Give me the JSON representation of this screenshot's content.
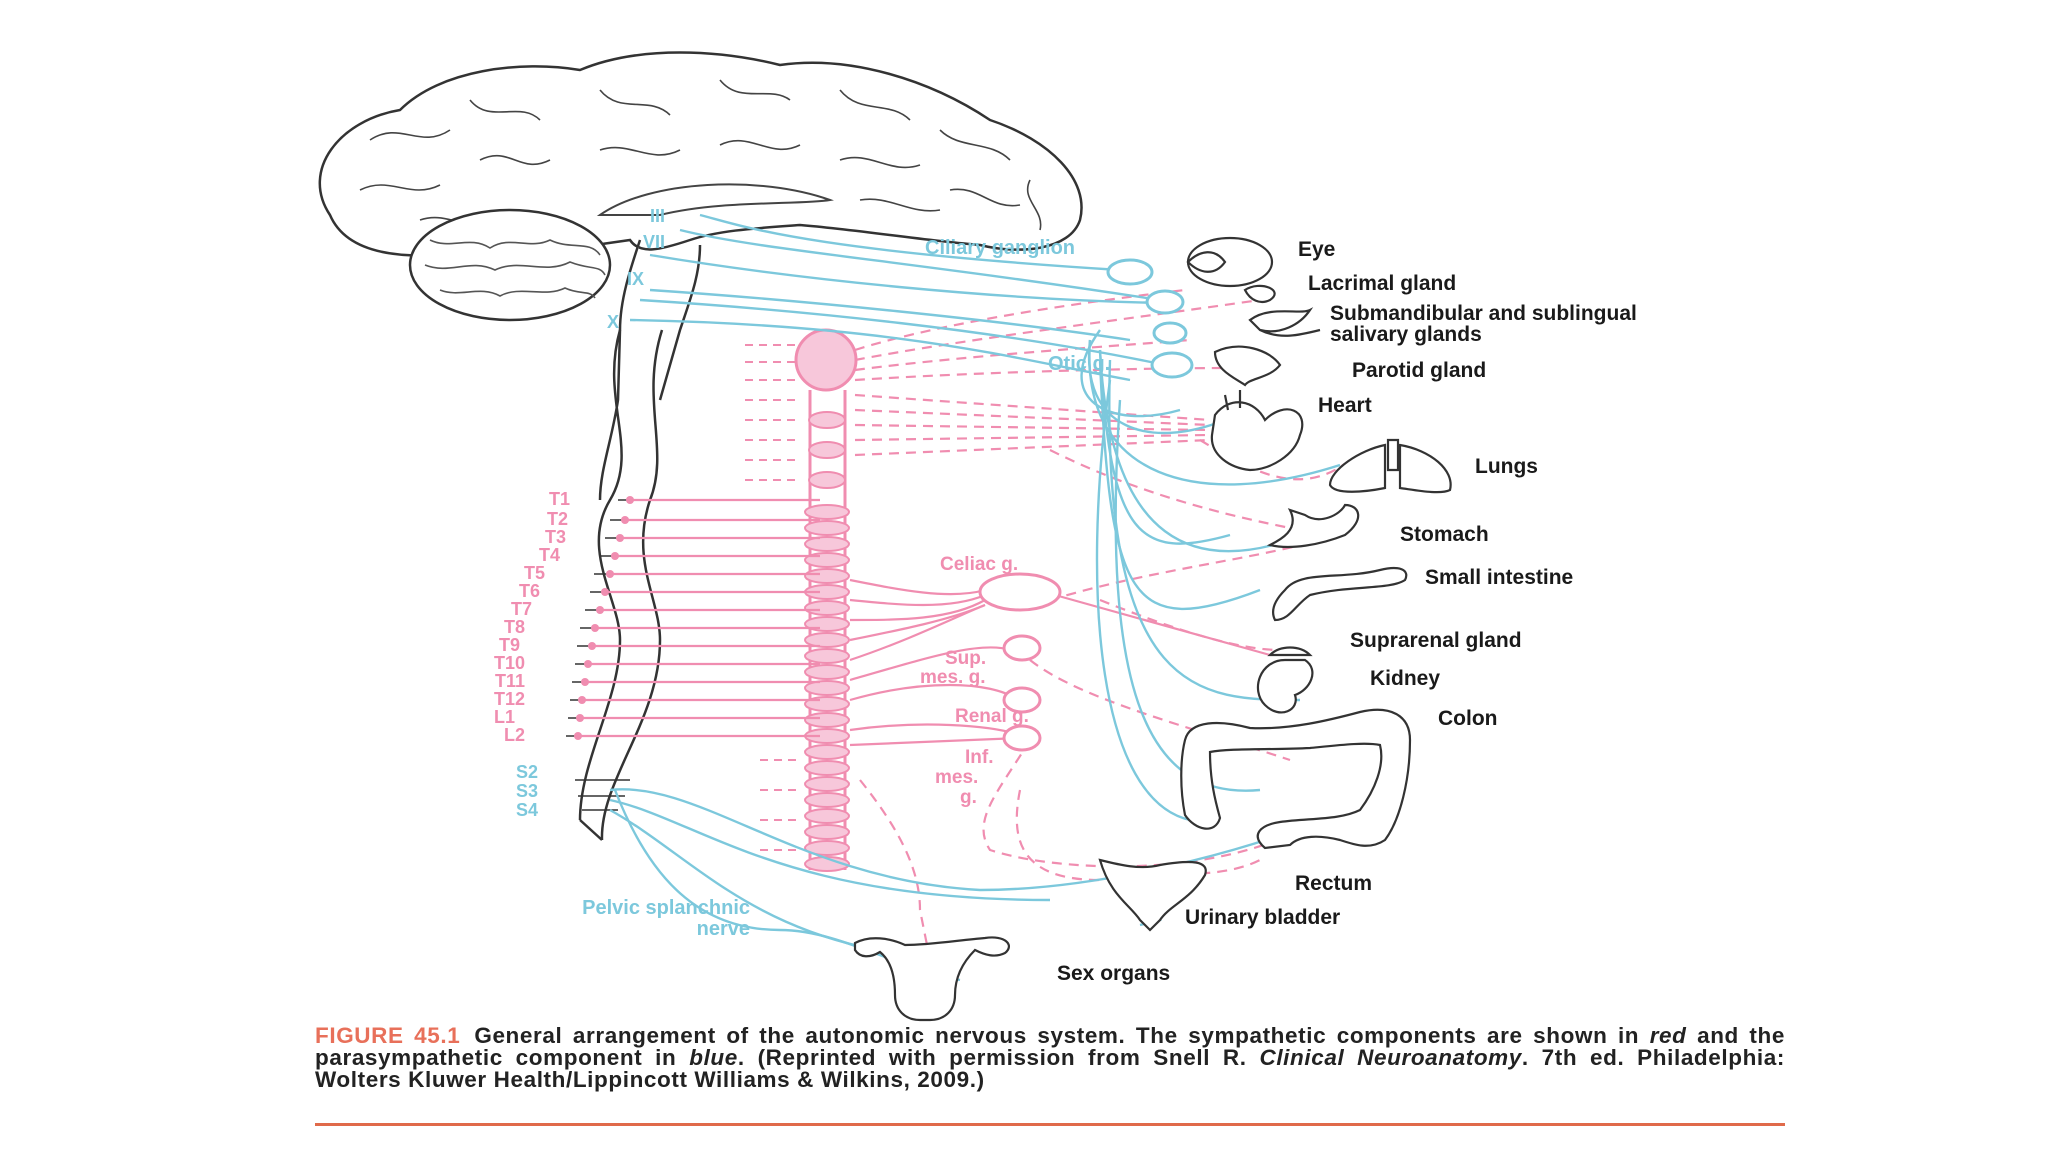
{
  "colors": {
    "sympathetic": "#f08db0",
    "parasympathetic": "#7cc8dc",
    "outline": "#333333",
    "figure_label": "#e8705a"
  },
  "cranial_nerves": [
    "III",
    "VII",
    "IX",
    "X"
  ],
  "sympathetic_segments": [
    "T1",
    "T2",
    "T3",
    "T4",
    "T5",
    "T6",
    "T7",
    "T8",
    "T9",
    "T10",
    "T11",
    "T12",
    "L1",
    "L2"
  ],
  "sacral_segments": [
    "S2",
    "S3",
    "S4"
  ],
  "ganglia": {
    "ciliary": "Ciliary ganglion",
    "otic": "Otic g.",
    "celiac": "Celiac g.",
    "sup_mes_1": "Sup.",
    "sup_mes_2": "mes. g.",
    "renal": "Renal g.",
    "inf_mes_1": "Inf.",
    "inf_mes_2": "mes.",
    "inf_mes_3": "g."
  },
  "pelvic_nerve": [
    "Pelvic splanchnic",
    "nerve"
  ],
  "organs": {
    "eye": "Eye",
    "lacrimal": "Lacrimal gland",
    "submandibular_1": "Submandibular and sublingual",
    "submandibular_2": "salivary glands",
    "parotid": "Parotid gland",
    "heart": "Heart",
    "lungs": "Lungs",
    "stomach": "Stomach",
    "small_intestine": "Small intestine",
    "suprarenal": "Suprarenal gland",
    "kidney": "Kidney",
    "colon": "Colon",
    "rectum": "Rectum",
    "bladder": "Urinary bladder",
    "sex_organs": "Sex organs"
  },
  "caption": {
    "figure_label": "FIGURE 45.1",
    "text_1": "General arrangement of the autonomic nervous system. The sympathetic components are shown in ",
    "red_word": "red",
    "text_2": " and the parasympathetic component in ",
    "blue_word": "blue",
    "text_3": ". (Reprinted with permission from Snell R. ",
    "book_title": "Clinical Neuroanatomy",
    "text_4": ". 7th ed. Philadelphia: Wolters Kluwer Health/Lippincott Williams & Wilkins, 2009.)"
  }
}
